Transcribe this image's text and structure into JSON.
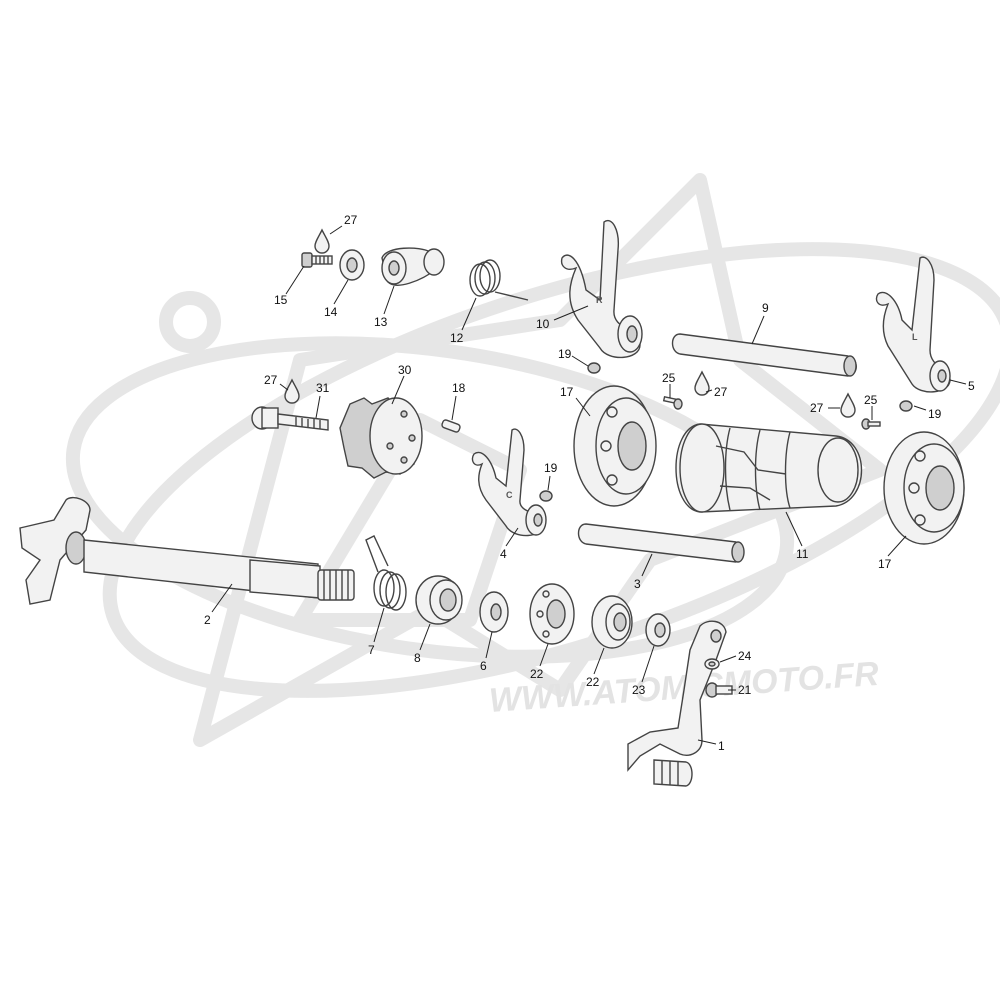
{
  "watermark": {
    "text": "WWW.ATOMICMOTO.FR"
  },
  "fork_marks": {
    "fork_10": "R",
    "fork_5": "L",
    "fork_4": "C"
  },
  "callouts": [
    {
      "id": "c27a",
      "label": "27"
    },
    {
      "id": "c15",
      "label": "15"
    },
    {
      "id": "c14",
      "label": "14"
    },
    {
      "id": "c13",
      "label": "13"
    },
    {
      "id": "c12",
      "label": "12"
    },
    {
      "id": "c10",
      "label": "10"
    },
    {
      "id": "c19a",
      "label": "19"
    },
    {
      "id": "c9",
      "label": "9"
    },
    {
      "id": "c5",
      "label": "5"
    },
    {
      "id": "c27b",
      "label": "27"
    },
    {
      "id": "c31",
      "label": "31"
    },
    {
      "id": "c30",
      "label": "30"
    },
    {
      "id": "c18",
      "label": "18"
    },
    {
      "id": "c17a",
      "label": "17"
    },
    {
      "id": "c25a",
      "label": "25"
    },
    {
      "id": "c27c",
      "label": "27"
    },
    {
      "id": "c27d",
      "label": "27"
    },
    {
      "id": "c25b",
      "label": "25"
    },
    {
      "id": "c19b",
      "label": "19"
    },
    {
      "id": "c19c",
      "label": "19"
    },
    {
      "id": "c4",
      "label": "4"
    },
    {
      "id": "c11",
      "label": "11"
    },
    {
      "id": "c17b",
      "label": "17"
    },
    {
      "id": "c3",
      "label": "3"
    },
    {
      "id": "c2",
      "label": "2"
    },
    {
      "id": "c7",
      "label": "7"
    },
    {
      "id": "c8",
      "label": "8"
    },
    {
      "id": "c6",
      "label": "6"
    },
    {
      "id": "c22a",
      "label": "22"
    },
    {
      "id": "c22b",
      "label": "22"
    },
    {
      "id": "c23",
      "label": "23"
    },
    {
      "id": "c24",
      "label": "24"
    },
    {
      "id": "c21",
      "label": "21"
    },
    {
      "id": "c1",
      "label": "1"
    }
  ]
}
